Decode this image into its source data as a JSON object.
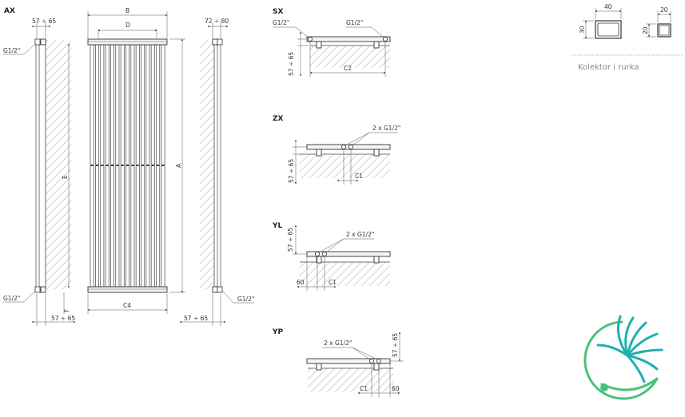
{
  "sections": {
    "ax": "AX",
    "sx": "SX",
    "zx": "ZX",
    "yl": "YL",
    "yp": "YP"
  },
  "ax": {
    "top_left_dim": "57 ÷ 65",
    "top_right_dim": "72 ÷ 80",
    "dim_b": "B",
    "dim_d": "D",
    "dim_e": "E",
    "dim_a": "A",
    "dim_f": "F",
    "dim_c4": "C4",
    "g_top_left": "G1/2\"",
    "g_bottom_left": "G1/2\"",
    "g_bottom_right": "G1/2\"",
    "bottom_left_dim": "57 ÷ 65",
    "bottom_right_dim": "57 ÷ 65"
  },
  "sx": {
    "g_left": "G1/2\"",
    "g_right": "G1/2\"",
    "dim_v": "57 ÷ 65",
    "dim_c2": "C2"
  },
  "zx": {
    "g": "2 x G1/2\"",
    "dim_v": "57 ÷ 65",
    "dim_c1": "C1"
  },
  "yl": {
    "g": "2 x G1/2\"",
    "dim_v": "57 ÷ 65",
    "dim_60": "60",
    "dim_c1": "C1"
  },
  "yp": {
    "g": "2 x G1/2\"",
    "dim_v": "57 ÷ 65",
    "dim_c1": "C1",
    "dim_60": "60"
  },
  "profile": {
    "collector_w": "40",
    "collector_h": "30",
    "tube_w": "20",
    "tube_h": "20",
    "caption": "Kolektor i rurka"
  },
  "colors": {
    "line": "#444444",
    "hatch": "#bdbdbd",
    "logo_teal": "#1fb0b0",
    "logo_green": "#4cc07a"
  }
}
